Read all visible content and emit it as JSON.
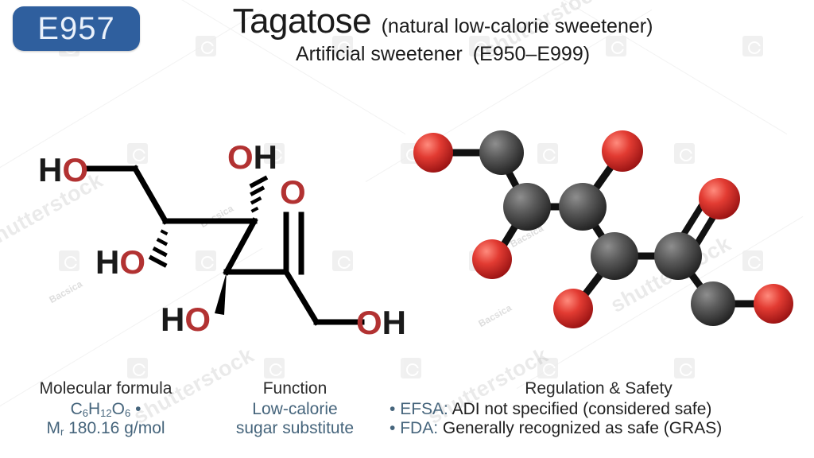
{
  "header": {
    "badge_label": "E957",
    "badge_color": "#2f5f9e",
    "badge_text_color": "#eaf1fb",
    "title": "Tagatose",
    "title_note": "(natural low-calorie sweetener)",
    "subtitle": "Artificial sweetener",
    "subtitle_range": "(E950–E999)"
  },
  "skeletal_structure": {
    "name": "tagatose-skeletal-formula",
    "atom_labels": [
      {
        "id": "ho-left",
        "h": "H",
        "o": "O",
        "order": "HO"
      },
      {
        "id": "ho-mid",
        "h": "H",
        "o": "O",
        "order": "HO"
      },
      {
        "id": "ho-bottom",
        "h": "H",
        "o": "O",
        "order": "HO"
      },
      {
        "id": "oh-upper",
        "o": "O",
        "h": "H",
        "order": "OH"
      },
      {
        "id": "oh-right",
        "o": "O",
        "h": "H",
        "order": "OH"
      },
      {
        "id": "ketone-o",
        "o": "O"
      }
    ],
    "oxygen_color": "#b23232",
    "hydrogen_color": "#1a1a1a",
    "bond_color": "#000000"
  },
  "ball_stick_model": {
    "name": "tagatose-3d-ball-and-stick",
    "carbon_color": "#4a4a4a",
    "oxygen_color": "#d62b2b",
    "bond_color": "#111111",
    "carbon_count": 6,
    "oxygen_count": 6
  },
  "info_columns": {
    "formula": {
      "heading": "Molecular formula",
      "formula_c": "C",
      "formula_c_sub": "6",
      "formula_h": "H",
      "formula_h_sub": "12",
      "formula_o": "O",
      "formula_o_sub": "6",
      "formula_sep": "•",
      "mr_label": "M",
      "mr_sub": "r",
      "mr_value": "180.16 g/mol"
    },
    "function": {
      "heading": "Function",
      "line1": "Low-calorie",
      "line2": "sugar substitute"
    },
    "regulation": {
      "heading": "Regulation & Safety",
      "bullet": "•",
      "items": [
        {
          "agency": "EFSA:",
          "text": "ADI not specified (considered safe)"
        },
        {
          "agency": "FDA:",
          "text": "Generally recognized as safe (GRAS)"
        }
      ]
    }
  },
  "watermark": {
    "brand": "shutterstock",
    "contributor": "Bacsica"
  }
}
